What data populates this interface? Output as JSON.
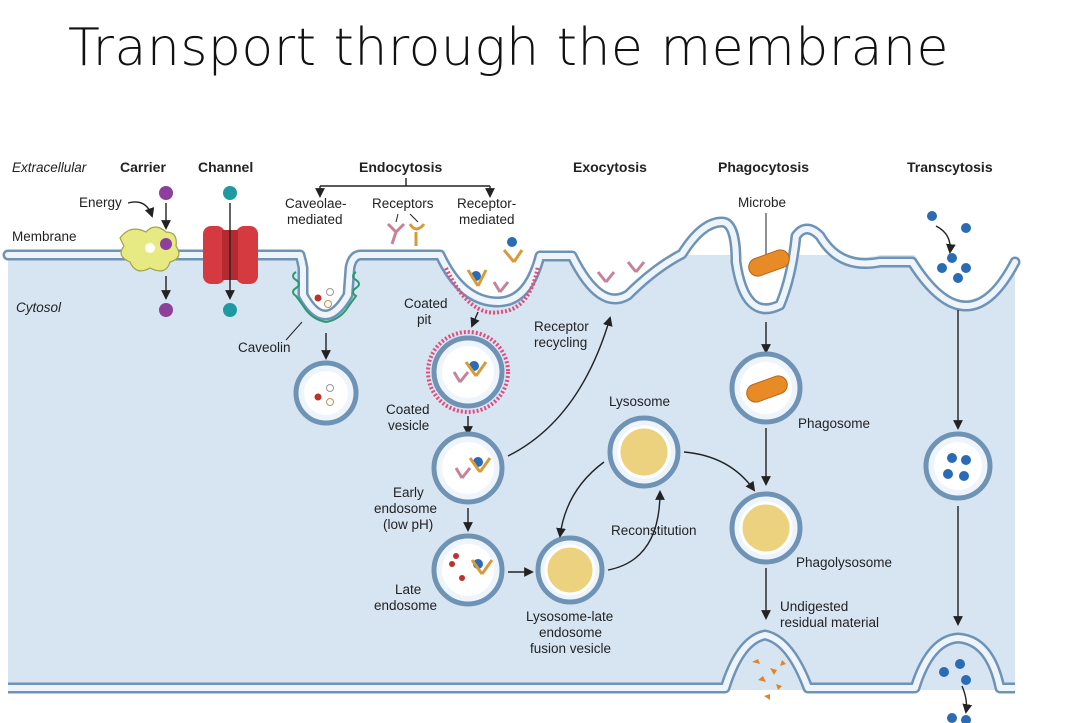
{
  "title": "Transport through the membrane",
  "regions": {
    "extracellular": "Extracellular",
    "membrane": "Membrane",
    "cytosol": "Cytosol"
  },
  "headers": {
    "carrier": "Carrier",
    "channel": "Channel",
    "endocytosis": "Endocytosis",
    "exocytosis": "Exocytosis",
    "phagocytosis": "Phagocytosis",
    "transcytosis": "Transcytosis"
  },
  "labels": {
    "energy": "Energy",
    "caveolae_1": "Caveolae-",
    "caveolae_2": "mediated",
    "receptors": "Receptors",
    "receptor_mediated_1": "Receptor-",
    "receptor_mediated_2": "mediated",
    "microbe": "Microbe",
    "caveolin": "Caveolin",
    "coated_pit_1": "Coated",
    "coated_pit_2": "pit",
    "receptor_recycling_1": "Receptor",
    "receptor_recycling_2": "recycling",
    "coated_vesicle_1": "Coated",
    "coated_vesicle_2": "vesicle",
    "lysosome": "Lysosome",
    "phagosome": "Phagosome",
    "early_endosome_1": "Early",
    "early_endosome_2": "endosome",
    "early_endosome_3": "(low pH)",
    "reconstitution": "Reconstitution",
    "phagolysosome": "Phagolysosome",
    "late_endosome_1": "Late",
    "late_endosome_2": "endosome",
    "fusion_vesicle_1": "Lysosome-late",
    "fusion_vesicle_2": "endosome",
    "fusion_vesicle_3": "fusion vesicle",
    "undigested_1": "Undigested",
    "undigested_2": "residual material"
  },
  "colors": {
    "cytosol": "#d7e5f3",
    "membrane_stroke": "#6f93b5",
    "membrane_fill": "#eef4fb",
    "carrier_protein": "#e7ea82",
    "channel_protein": "#d43a3f",
    "purple_molecule": "#8e3f9c",
    "teal_molecule": "#1f9aa0",
    "caveolin": "#2b9a73",
    "clathrin": "#e04d7d",
    "lysosome_fill": "#ecd17e",
    "microbe": "#e88a25",
    "blue_particle": "#2a6bb5",
    "debris": "#e0842c"
  }
}
